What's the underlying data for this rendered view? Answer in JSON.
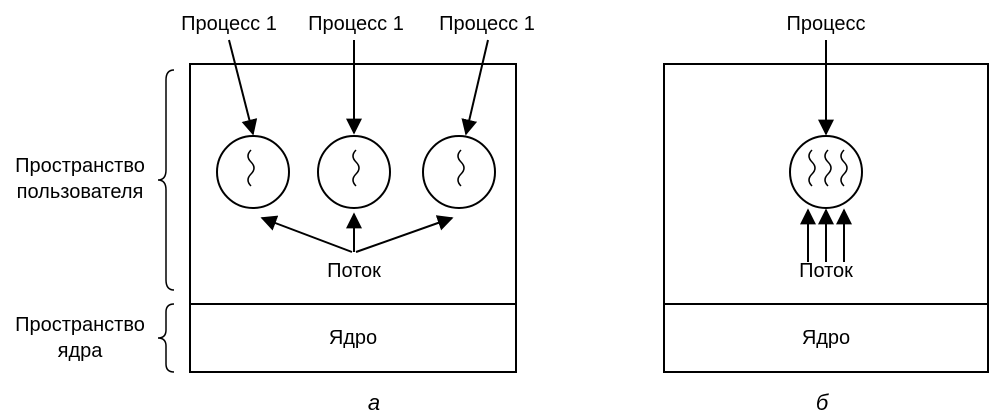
{
  "labels": {
    "user_space": [
      "Пространство",
      "пользователя"
    ],
    "kernel_space": [
      "Пространство",
      "ядра"
    ]
  },
  "panel_a": {
    "processes": [
      "Процесс 1",
      "Процесс 1",
      "Процесс 1"
    ],
    "thread": "Поток",
    "kernel": "Ядро",
    "caption": "а"
  },
  "panel_b": {
    "process": "Процесс",
    "thread": "Поток",
    "kernel": "Ядро",
    "caption": "б"
  }
}
